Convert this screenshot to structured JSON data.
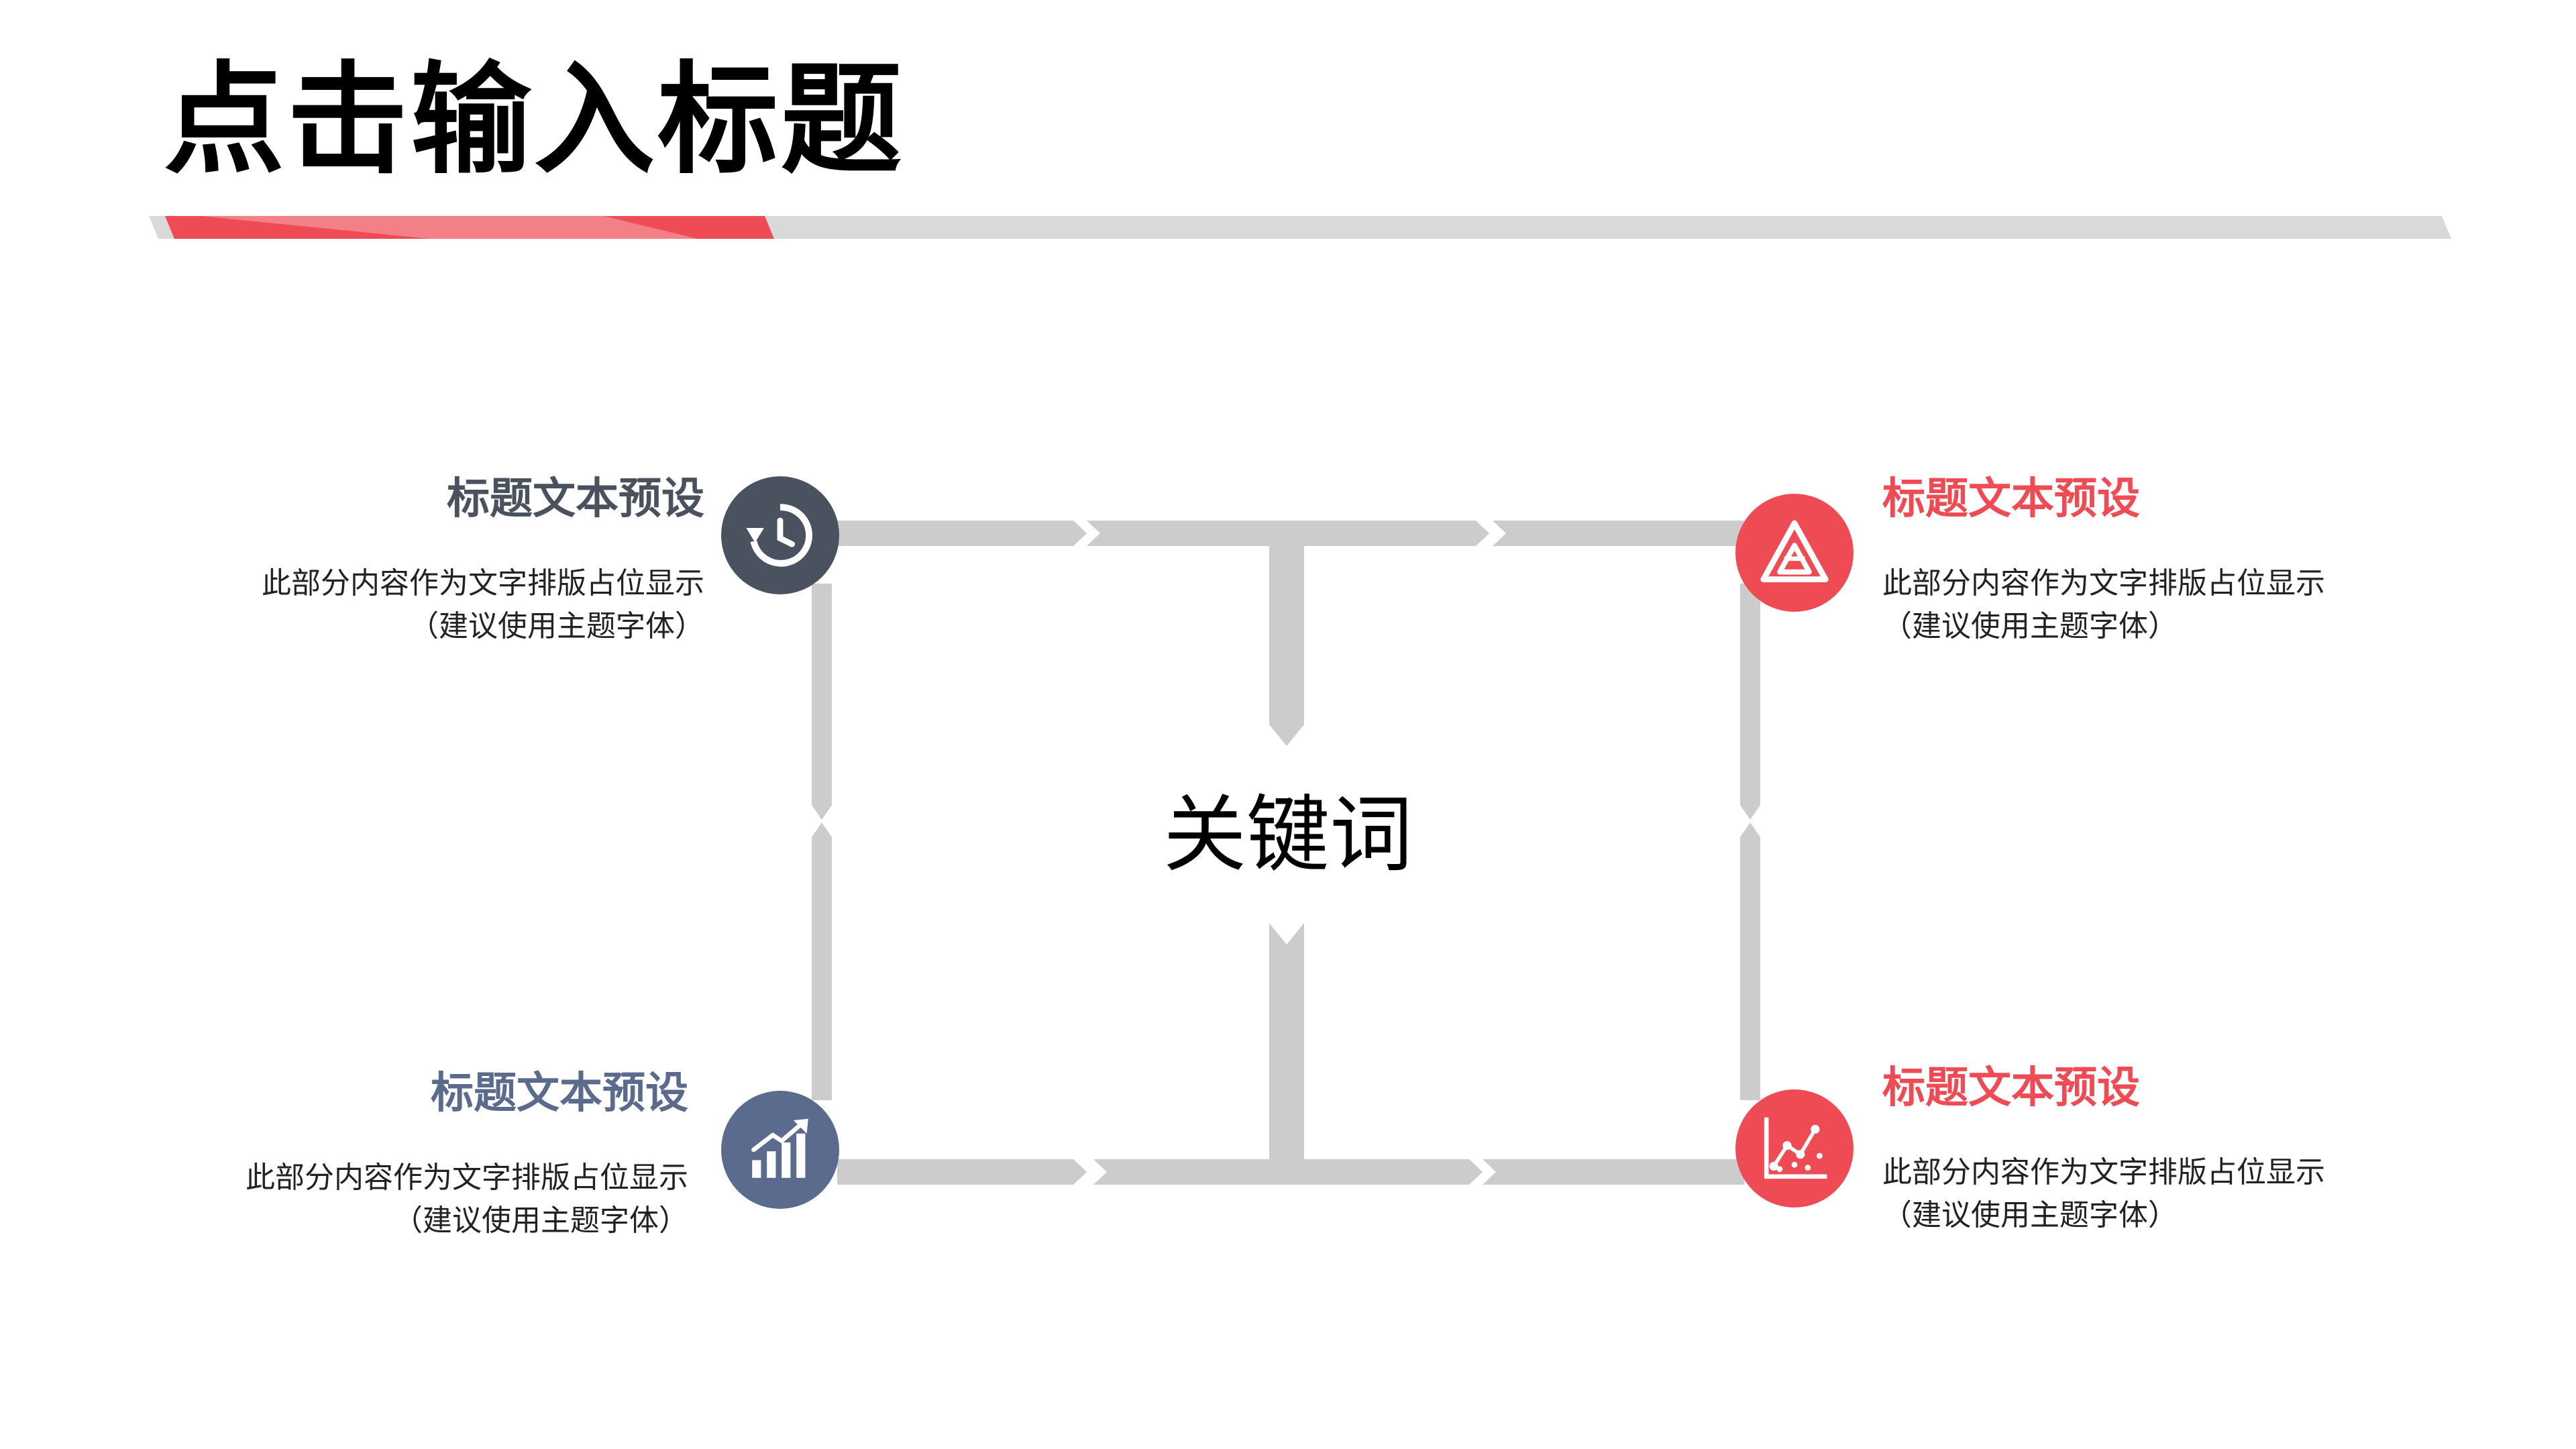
{
  "page": {
    "title": "点击输入标题"
  },
  "diagram": {
    "center_keyword": "关键词",
    "items": [
      {
        "position": "top-left",
        "title": "标题文本预设",
        "desc_line1": "此部分内容作为文字排版占位显示",
        "desc_line2": "（建议使用主题字体）",
        "icon": "history-clock-icon",
        "color": "#4a5260",
        "title_color": "#4a5260"
      },
      {
        "position": "top-right",
        "title": "标题文本预设",
        "desc_line1": "此部分内容作为文字排版占位显示",
        "desc_line2": "（建议使用主题字体）",
        "icon": "triangle-pyramid-icon",
        "color": "#ef4b55",
        "title_color": "#ef4b55"
      },
      {
        "position": "bottom-left",
        "title": "标题文本预设",
        "desc_line1": "此部分内容作为文字排版占位显示",
        "desc_line2": "（建议使用主题字体）",
        "icon": "growth-bar-chart-icon",
        "color": "#5b6b8d",
        "title_color": "#5b6b8d"
      },
      {
        "position": "bottom-right",
        "title": "标题文本预设",
        "desc_line1": "此部分内容作为文字排版占位显示",
        "desc_line2": "（建议使用主题字体）",
        "icon": "scatter-line-chart-icon",
        "color": "#ef4b55",
        "title_color": "#ef4b55"
      }
    ]
  },
  "colors": {
    "accent": "#ef4b55",
    "accent_light": "#f58a90",
    "connector": "#cccccc",
    "title_bar": "#d9d9d9"
  }
}
